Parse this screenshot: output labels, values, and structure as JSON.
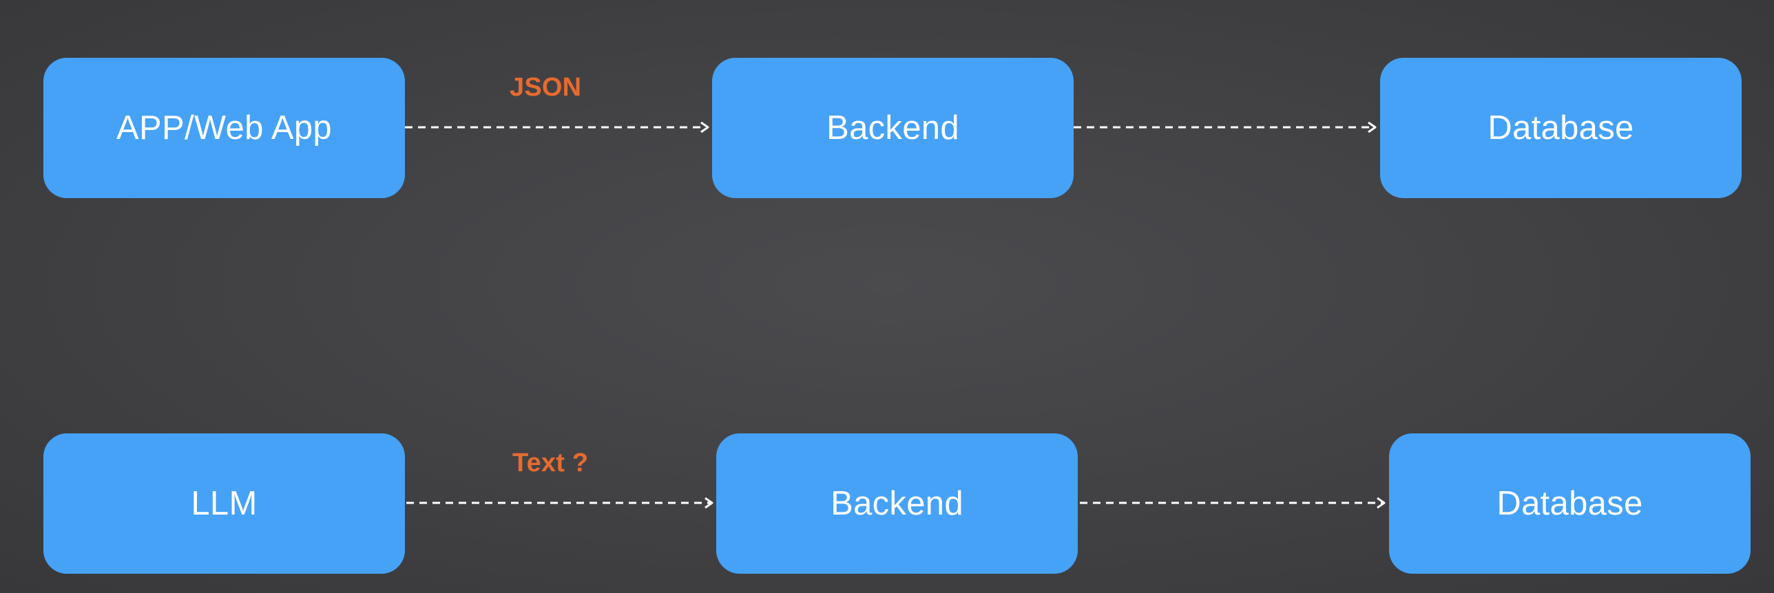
{
  "colors": {
    "box_fill": "#45a2f7",
    "label": "#e76b2e",
    "connector": "#ffffff",
    "background": "#434346"
  },
  "rows": [
    {
      "source": "APP/Web App",
      "middle": "Backend",
      "target": "Database",
      "edge_label": "JSON"
    },
    {
      "source": "LLM",
      "middle": "Backend",
      "target": "Database",
      "edge_label": "Text ?"
    }
  ]
}
